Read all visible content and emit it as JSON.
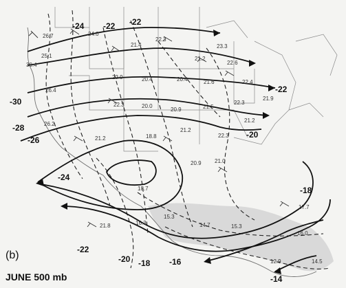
{
  "panel_label": "(b)",
  "caption": "JUNE 500 mb",
  "contour_labels": [
    "-24",
    "-22",
    "-22",
    "-30",
    "-28",
    "-26",
    "-22",
    "-20",
    "-24",
    "-18",
    "-22",
    "-20",
    "-18",
    "-16",
    "-14"
  ],
  "station_values": [
    "26.7",
    "24.0",
    "25.1",
    "30.4",
    "26.4",
    "26.2",
    "22.3",
    "21.4",
    "23.3",
    "21.2",
    "22.6",
    "22.9",
    "20.4",
    "20.4",
    "21.6",
    "22.4",
    "22.3",
    "20.0",
    "20.9",
    "21.5",
    "22.3",
    "21.9",
    "21.2",
    "21.2",
    "18.8",
    "21.2",
    "22.3",
    "21.0",
    "20.9",
    "18.7",
    "16.3",
    "15.3",
    "14.7",
    "15.3",
    "17.7",
    "16.0",
    "21.8",
    "12.9",
    "14.5"
  ],
  "colors": {
    "background": "#f4f4f2",
    "contour": "#111111",
    "shading": "#d9d9d9"
  }
}
